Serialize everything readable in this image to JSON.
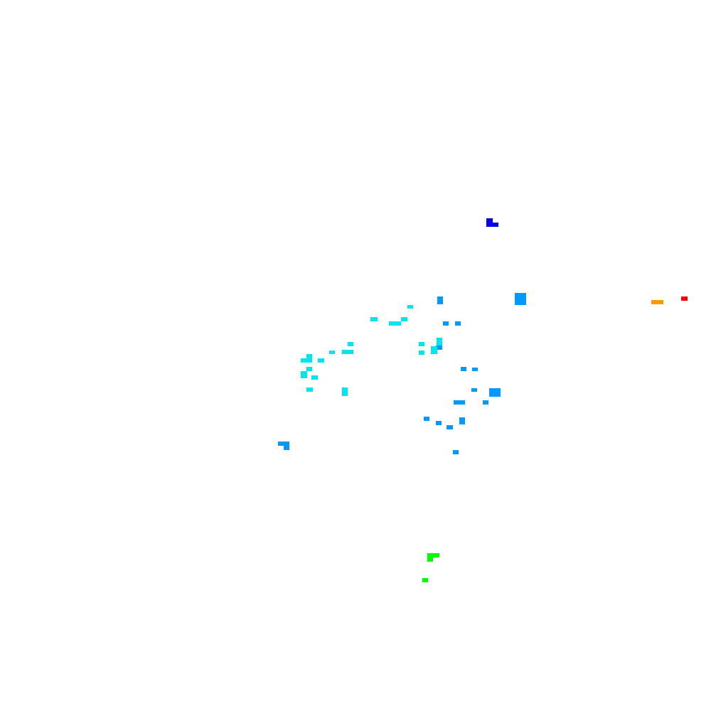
{
  "colors": {
    "background": "#ffffff",
    "palette": [
      "#0000ee",
      "#0099ff",
      "#00e5ee",
      "#00ff00",
      "#ff9900",
      "#ff0000"
    ]
  },
  "groups": [
    {
      "name": "blue-cluster",
      "color": "#0000ee",
      "count": 1
    },
    {
      "name": "azure-cluster",
      "color": "#0099ff",
      "count": 18
    },
    {
      "name": "cyan-cluster",
      "color": "#00e5ee",
      "count": 24
    },
    {
      "name": "green-cluster",
      "color": "#00ff00",
      "count": 3
    },
    {
      "name": "orange-cluster",
      "color": "#ff9900",
      "count": 1
    },
    {
      "name": "red-cluster",
      "color": "#ff0000",
      "count": 1
    }
  ]
}
